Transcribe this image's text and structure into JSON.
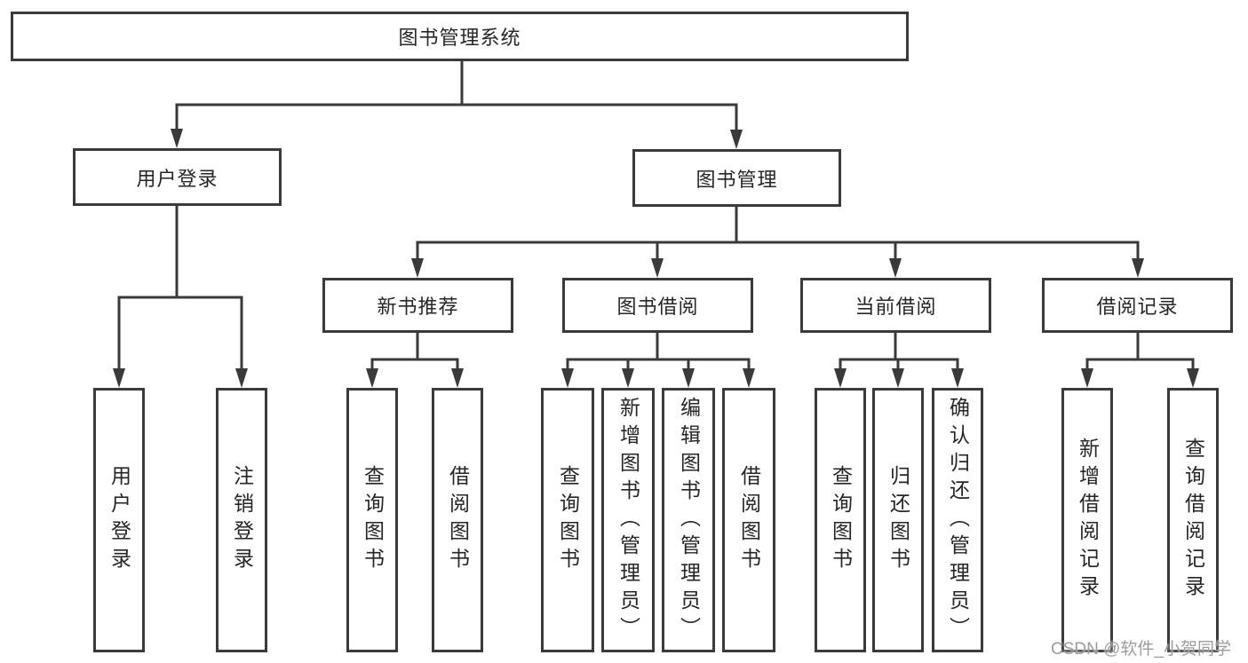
{
  "tree": {
    "root": "图书管理系统",
    "branches": [
      {
        "label": "用户登录",
        "children": [
          "用户登录",
          "注销登录"
        ]
      },
      {
        "label": "图书管理",
        "groups": [
          {
            "label": "新书推荐",
            "children": [
              "查询图书",
              "借阅图书"
            ]
          },
          {
            "label": "图书借阅",
            "children": [
              "查询图书",
              "新增图书（管理员）",
              "编辑图书（管理员）",
              "借阅图书"
            ]
          },
          {
            "label": "当前借阅",
            "children": [
              "查询图书",
              "归还图书",
              "确认归还（管理员）"
            ]
          },
          {
            "label": "借阅记录",
            "children": [
              "新增借阅记录",
              "查询借阅记录"
            ]
          }
        ]
      }
    ]
  },
  "watermark": "CSDN @软件_小贺同学",
  "colors": {
    "line": "#3a3a3a",
    "box_border": "#3a3a3a",
    "text": "#262626",
    "watermark": "#9c9c9c",
    "background": "#ffffff"
  }
}
